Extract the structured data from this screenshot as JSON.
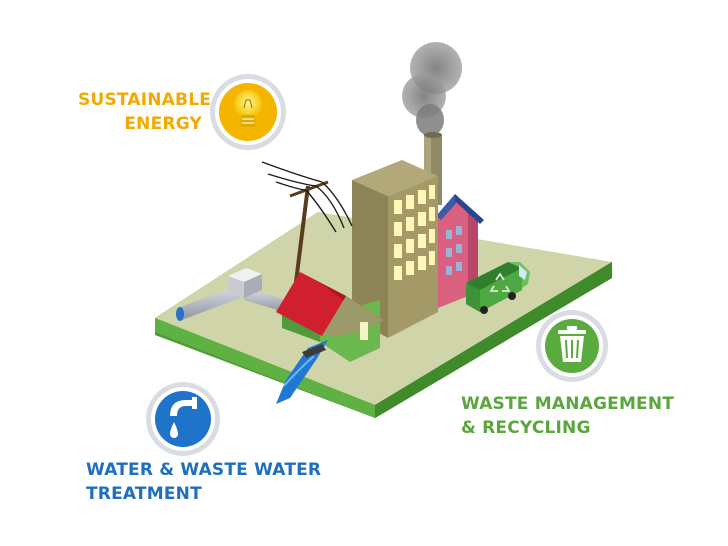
{
  "labels": {
    "energy": {
      "line1": "SUSTAINABLE",
      "line2": "ENERGY"
    },
    "waste": {
      "line1": "WASTE MANAGEMENT",
      "line2": "& RECYCLING"
    },
    "water": {
      "line1": "WATER & WASTE WATER",
      "line2": "TREATMENT"
    }
  },
  "icons": {
    "energy": "lightbulb-icon",
    "waste": "trash-can-icon",
    "water": "water-tap-icon",
    "truck": "recycle-icon"
  },
  "colors": {
    "energy": "#f2a900",
    "waste": "#5aa63c",
    "water": "#1e6fbf",
    "ground_top": "#cdd3a6",
    "ground_side": "#56a83b"
  }
}
